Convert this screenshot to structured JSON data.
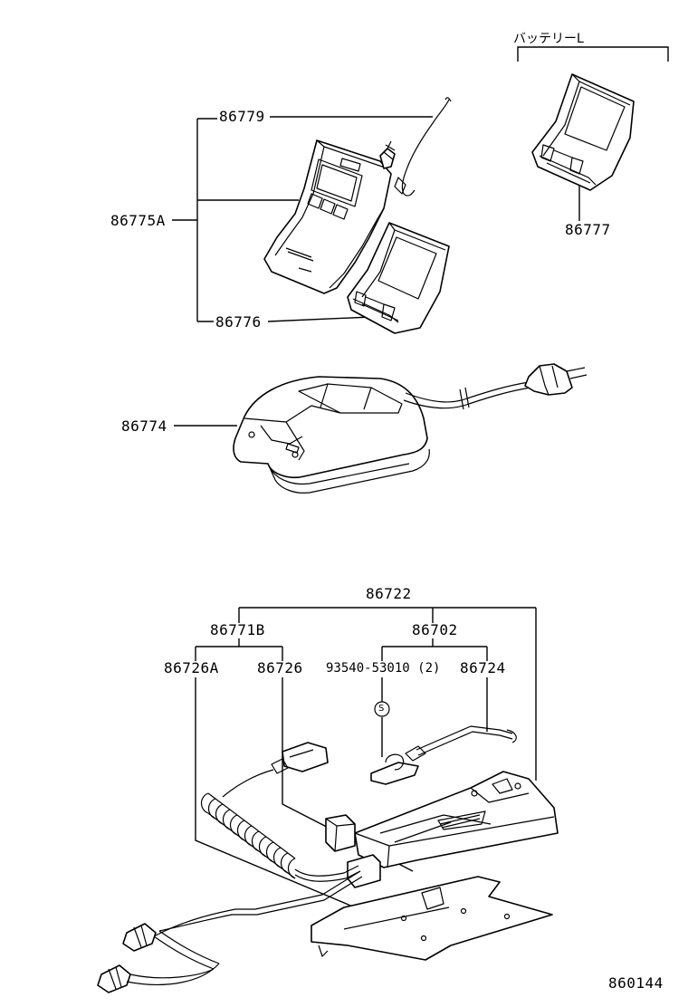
{
  "diagram": {
    "labels": {
      "battery_l": "バッテリーL",
      "p86779": "86779",
      "p86775A": "86775A",
      "p86776": "86776",
      "p86777": "86777",
      "p86774": "86774",
      "p86722": "86722",
      "p86771B": "86771B",
      "p86702": "86702",
      "p86726A": "86726A",
      "p86726": "86726",
      "p93540": "93540-53010 (2)",
      "p86724": "86724",
      "s_mark": "S",
      "drawing_no": "860144"
    }
  }
}
